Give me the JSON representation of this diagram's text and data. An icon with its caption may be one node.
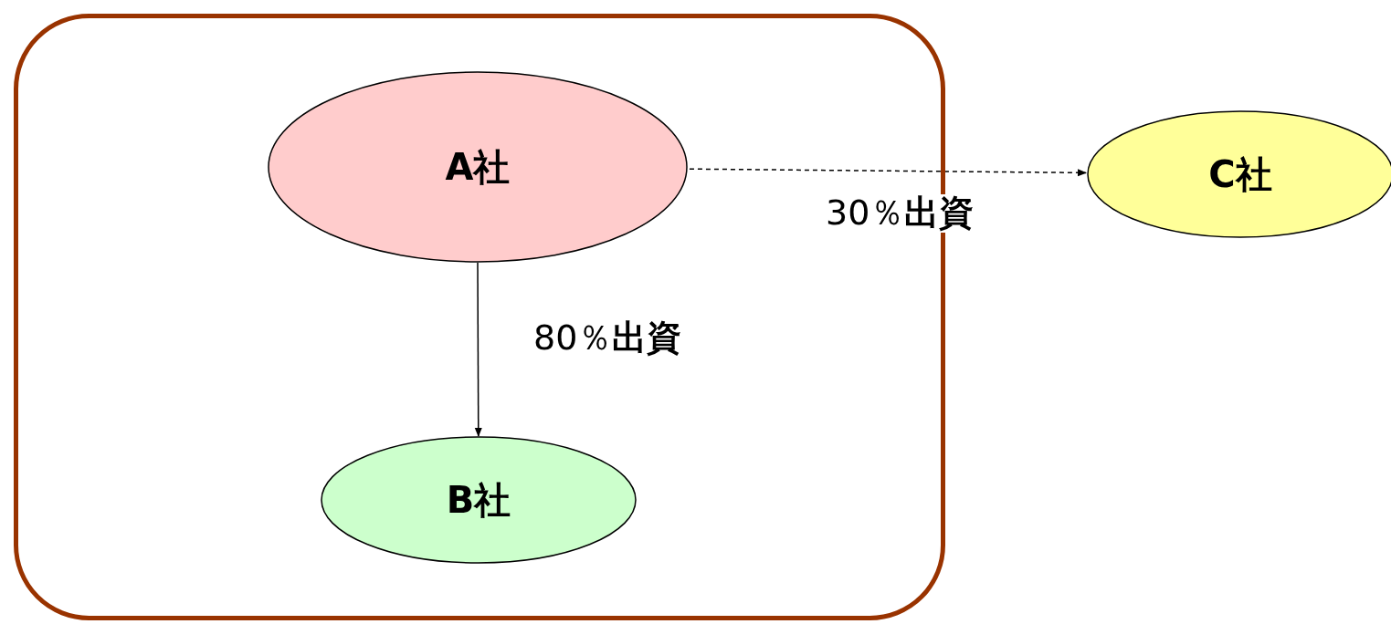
{
  "diagram": {
    "nodes": [
      {
        "text": [],
        "shape": "box"
      },
      {
        "text": [
          "A社"
        ],
        "in": 0
      },
      {
        "text": [
          "B社"
        ],
        "in": 0
      },
      {
        "text": [
          "C社"
        ]
      }
    ],
    "edges": [
      {
        "from": 1,
        "to": 2,
        "arrow": "to",
        "label": "80％**出資**"
      },
      {
        "from": 1,
        "to": 3,
        "arrow": "to",
        "label": "30％**出資**",
        "style": "dashed"
      }
    ]
  }
}
